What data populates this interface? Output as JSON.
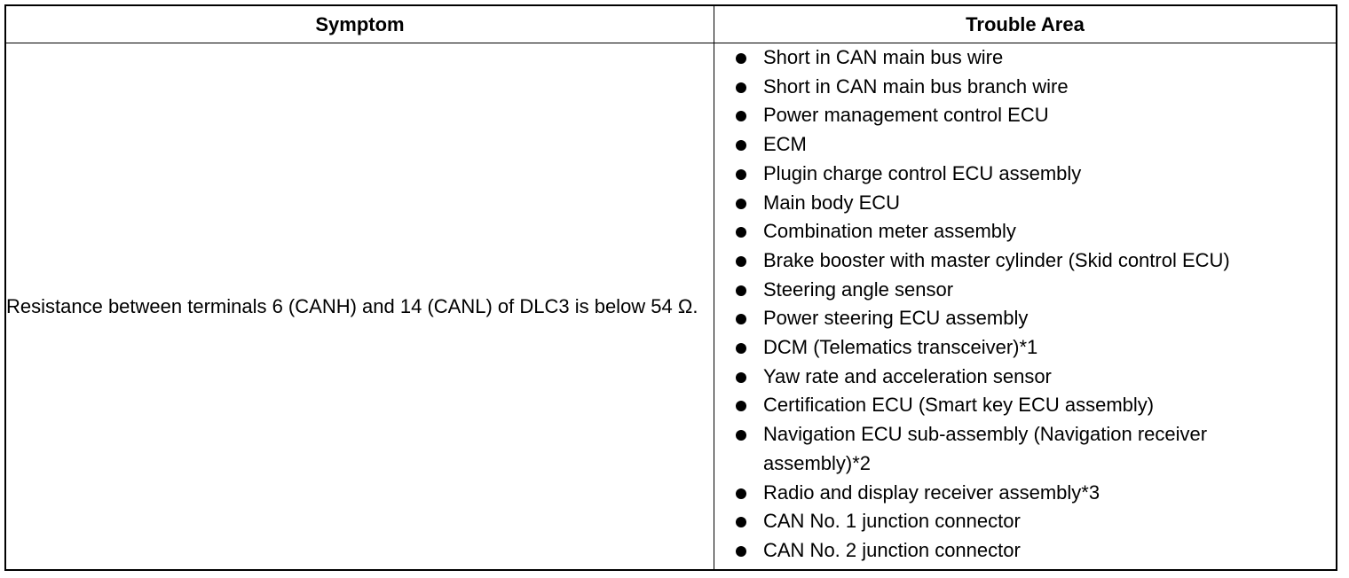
{
  "table": {
    "headers": {
      "symptom": "Symptom",
      "trouble_area": "Trouble Area"
    },
    "symptom": "Resistance between terminals 6 (CANH) and 14 (CANL) of DLC3 is below 54 Ω.",
    "trouble_areas": [
      "Short in CAN main bus wire",
      "Short in CAN main bus branch wire",
      "Power management control ECU",
      "ECM",
      "Plugin charge control ECU assembly",
      "Main body ECU",
      "Combination meter assembly",
      "Brake booster with master cylinder (Skid control ECU)",
      "Steering angle sensor",
      "Power steering ECU assembly",
      "DCM (Telematics transceiver)*1",
      "Yaw rate and acceleration sensor",
      "Certification ECU (Smart key ECU assembly)",
      "Navigation ECU sub-assembly (Navigation receiver assembly)*2",
      "Radio and display receiver assembly*3",
      "CAN No. 1 junction connector",
      "CAN No. 2 junction connector"
    ]
  }
}
